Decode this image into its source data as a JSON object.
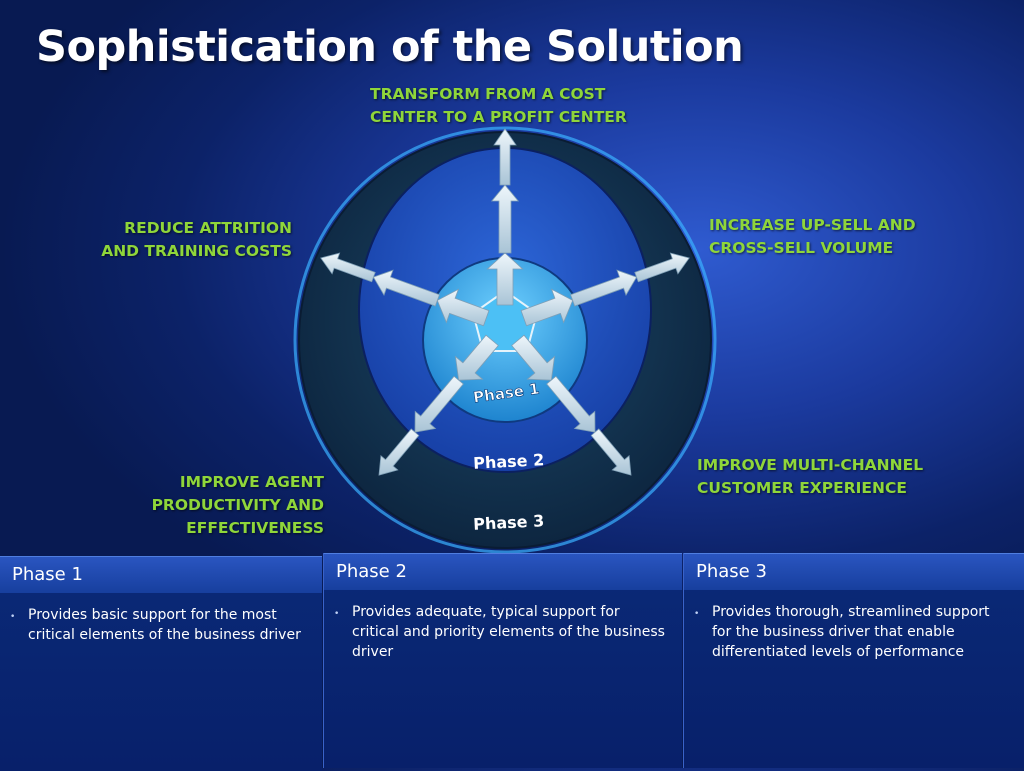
{
  "slide": {
    "title": "Sophistication of the Solution"
  },
  "diagram": {
    "drivers": {
      "top": "TRANSFORM FROM A COST\nCENTER TO A PROFIT CENTER",
      "upper_left": "REDUCE ATTRITION\nAND TRAINING COSTS",
      "upper_right": "INCREASE UP-SELL AND\nCROSS-SELL VOLUME",
      "lower_left": "IMPROVE AGENT\nPRODUCTIVITY AND\nEFFECTIVENESS",
      "lower_right": "IMPROVE MULTI-CHANNEL\nCUSTOMER EXPERIENCE"
    },
    "rings": {
      "inner": "Phase 1",
      "middle": "Phase 2",
      "outer": "Phase 3"
    }
  },
  "panels": [
    {
      "title": "Phase 1",
      "text": "Provides basic support for the most critical elements of the business driver"
    },
    {
      "title": "Phase 2",
      "text": "Provides adequate, typical support for critical and priority elements of the business driver"
    },
    {
      "title": "Phase 3",
      "text": "Provides thorough, streamlined support for the business driver that enable differentiated levels of performance"
    }
  ],
  "colors": {
    "accent_green": "#8fd63a",
    "ring_outer": "#12324f",
    "ring_middle": "#1f4fc0",
    "ring_inner": "#3aa8e6",
    "arrow": "#d6e6f0"
  }
}
